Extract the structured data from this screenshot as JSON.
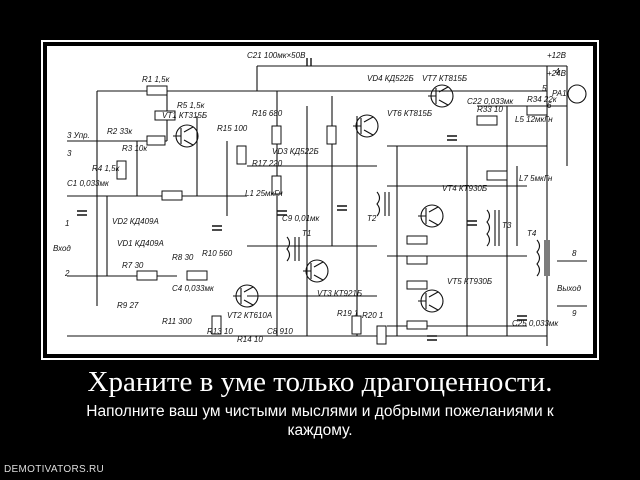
{
  "poster": {
    "title": "Храните в уме только драгоценности.",
    "subtitle": "Наполните ваш ум чистыми мыслями и добрыми пожеланиями к каждому.",
    "watermark": "DEMOTIVATORS.RU"
  },
  "schematic": {
    "labels": [
      "C21 100мк×50В",
      "+12В",
      "+24В",
      "R1 1,5к",
      "R5 1,5к",
      "VT1 КТ315Б",
      "R2 33к",
      "R3 10к",
      "R4 1,5к",
      "C1 0,033мк",
      "VD2 КД409А",
      "VD1 КД409А",
      "R7 30",
      "R8 30",
      "C4 0,033мк",
      "R9 27",
      "R11 300",
      "R10 560",
      "VT2 КТ610А",
      "R13 10",
      "R14 10",
      "C8 910",
      "R15 100",
      "R16 680",
      "R17 220",
      "VD3 КД522Б",
      "L1 25мкГн",
      "C9 0,01мк",
      "VT3 КТ921Б",
      "R19 1",
      "R20 1",
      "VD4 КД522Б",
      "VT7 КТ815Б",
      "VT6 КТ815Б",
      "VT4 КТ930Б",
      "VT5 КТ930Б",
      "T1",
      "T2",
      "T3",
      "T4",
      "L5 12мкГн",
      "L7 5мкГн",
      "C25 0,033мк",
      "C22 0,033мк",
      "R33 10",
      "R34 22к",
      "PA1",
      "3 Упр.",
      "Вход",
      "Выход",
      "1",
      "2",
      "3",
      "4",
      "5",
      "6",
      "8",
      "9"
    ]
  }
}
